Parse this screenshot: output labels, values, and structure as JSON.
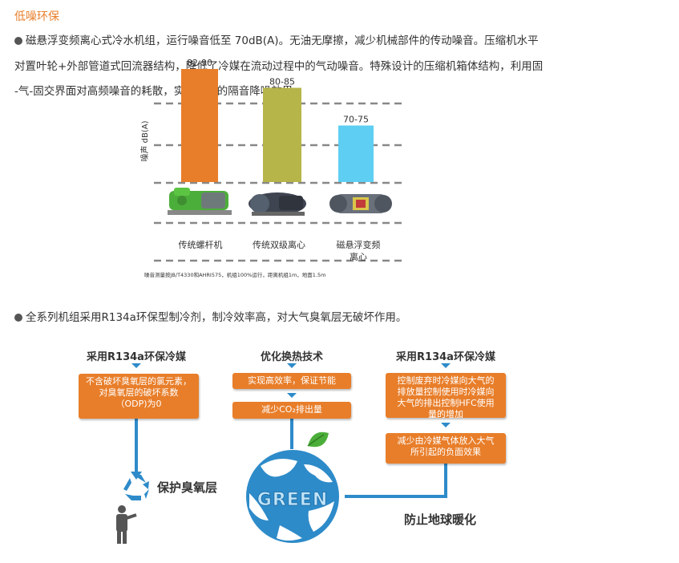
{
  "section1": {
    "title": "低噪环保",
    "paragraph_lines": [
      "磁悬浮变频离心式冷水机组，运行噪音低至 70dB(A)。无油无摩擦，减少机械部件的传动噪音。压缩机水平",
      "对置叶轮+外部管道式回流器结构，降低了冷媒在流动过程中的气动噪音。特殊设计的压缩机箱体结构，利用固",
      "-气-固交界面对高频噪音的耗散，实现良好的隔音降噪效果。"
    ]
  },
  "chart_data": {
    "type": "bar",
    "ylabel": "噪声 dB(A)",
    "categories": [
      "传统螺杆机",
      "传统双级离心",
      "磁悬浮变频离心"
    ],
    "category_lines": [
      [
        "传统螺杆机"
      ],
      [
        "传统双级离心"
      ],
      [
        "磁悬浮变频",
        "离心"
      ]
    ],
    "range_labels": [
      "82-90",
      "80-85",
      "70-75"
    ],
    "ranges": [
      [
        82,
        90
      ],
      [
        80,
        85
      ],
      [
        70,
        75
      ]
    ],
    "colors": [
      "#e87e2a",
      "#b6b54a",
      "#5ecff2"
    ],
    "grid": "dashed",
    "footnote": "噪音测量按JB/T4330和AHRI575，机组100%运行，距离机组1m，地面1.5m"
  },
  "section2": {
    "bullet_text": "全系列机组采用R134a环保型制冷剂，制冷效率高，对大气臭氧层无破坏作用。",
    "columns": [
      {
        "title": "采用R134a环保冷媒",
        "boxes": [
          [
            "不含破坏臭氧层的氯元素，",
            "对臭氧层的破坏系数",
            "（ODP)为0"
          ]
        ]
      },
      {
        "title": "优化换热技术",
        "boxes": [
          [
            "实现高效率，保证节能"
          ],
          [
            "减少CO₂排出量"
          ]
        ]
      },
      {
        "title": "采用R134a环保冷媒",
        "boxes": [
          [
            "控制废弃时冷媒向大气的",
            "排放量控制使用时冷媒向",
            "大气的排出控制HFC使用",
            "量的增加"
          ],
          [
            "减少由冷媒气体放入大气",
            "所引起的负面效果"
          ]
        ]
      }
    ],
    "outcomes": {
      "left": "保护臭氧层",
      "right": "防止地球暖化"
    },
    "globe_label": "GREEN",
    "accent_color": "#e87e2a",
    "line_color": "#2e8bc9"
  }
}
